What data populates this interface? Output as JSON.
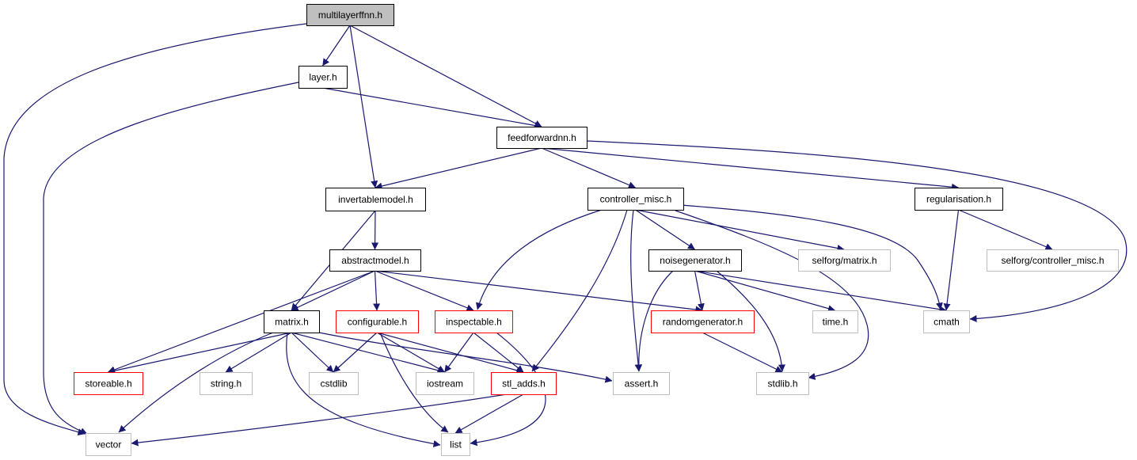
{
  "colors": {
    "edge": "#191970",
    "border_documented": "#000000",
    "border_error": "#ff0000",
    "border_external": "#bfbfbf",
    "fill_root": "#bfbfbf",
    "fill_default": "#ffffff"
  },
  "nodes": [
    {
      "id": "multilayerffnn",
      "label": "multilayerffnn.h",
      "kind": "root"
    },
    {
      "id": "layer",
      "label": "layer.h",
      "kind": "documented"
    },
    {
      "id": "feedforwardnn",
      "label": "feedforwardnn.h",
      "kind": "documented"
    },
    {
      "id": "invertablemodel",
      "label": "invertablemodel.h",
      "kind": "documented"
    },
    {
      "id": "controller_misc",
      "label": "controller_misc.h",
      "kind": "documented"
    },
    {
      "id": "regularisation",
      "label": "regularisation.h",
      "kind": "documented"
    },
    {
      "id": "abstractmodel",
      "label": "abstractmodel.h",
      "kind": "documented"
    },
    {
      "id": "noisegenerator",
      "label": "noisegenerator.h",
      "kind": "documented"
    },
    {
      "id": "selforg_matrix",
      "label": "selforg/matrix.h",
      "kind": "external"
    },
    {
      "id": "selforg_controller_misc",
      "label": "selforg/controller_misc.h",
      "kind": "external"
    },
    {
      "id": "matrix",
      "label": "matrix.h",
      "kind": "documented"
    },
    {
      "id": "configurable",
      "label": "configurable.h",
      "kind": "error"
    },
    {
      "id": "inspectable",
      "label": "inspectable.h",
      "kind": "error"
    },
    {
      "id": "randomgenerator",
      "label": "randomgenerator.h",
      "kind": "error"
    },
    {
      "id": "time",
      "label": "time.h",
      "kind": "external"
    },
    {
      "id": "cmath",
      "label": "cmath",
      "kind": "external"
    },
    {
      "id": "storeable",
      "label": "storeable.h",
      "kind": "error"
    },
    {
      "id": "string",
      "label": "string.h",
      "kind": "external"
    },
    {
      "id": "cstdlib",
      "label": "cstdlib",
      "kind": "external"
    },
    {
      "id": "iostream",
      "label": "iostream",
      "kind": "external"
    },
    {
      "id": "stl_adds",
      "label": "stl_adds.h",
      "kind": "error"
    },
    {
      "id": "assert",
      "label": "assert.h",
      "kind": "external"
    },
    {
      "id": "stdlib",
      "label": "stdlib.h",
      "kind": "external"
    },
    {
      "id": "vector",
      "label": "vector",
      "kind": "external"
    },
    {
      "id": "list",
      "label": "list",
      "kind": "external"
    }
  ],
  "edges": [
    {
      "from": "multilayerffnn",
      "to": "vector"
    },
    {
      "from": "multilayerffnn",
      "to": "layer"
    },
    {
      "from": "multilayerffnn",
      "to": "invertablemodel"
    },
    {
      "from": "multilayerffnn",
      "to": "feedforwardnn"
    },
    {
      "from": "layer",
      "to": "vector"
    },
    {
      "from": "layer",
      "to": "feedforwardnn"
    },
    {
      "from": "feedforwardnn",
      "to": "invertablemodel"
    },
    {
      "from": "feedforwardnn",
      "to": "controller_misc"
    },
    {
      "from": "feedforwardnn",
      "to": "regularisation"
    },
    {
      "from": "feedforwardnn",
      "to": "cmath"
    },
    {
      "from": "invertablemodel",
      "to": "abstractmodel"
    },
    {
      "from": "invertablemodel",
      "to": "matrix"
    },
    {
      "from": "controller_misc",
      "to": "noisegenerator"
    },
    {
      "from": "controller_misc",
      "to": "selforg_matrix"
    },
    {
      "from": "controller_misc",
      "to": "cmath"
    },
    {
      "from": "controller_misc",
      "to": "inspectable"
    },
    {
      "from": "controller_misc",
      "to": "stl_adds"
    },
    {
      "from": "controller_misc",
      "to": "assert"
    },
    {
      "from": "controller_misc",
      "to": "stdlib"
    },
    {
      "from": "regularisation",
      "to": "selforg_controller_misc"
    },
    {
      "from": "regularisation",
      "to": "cmath"
    },
    {
      "from": "abstractmodel",
      "to": "matrix"
    },
    {
      "from": "abstractmodel",
      "to": "configurable"
    },
    {
      "from": "abstractmodel",
      "to": "inspectable"
    },
    {
      "from": "abstractmodel",
      "to": "randomgenerator"
    },
    {
      "from": "abstractmodel",
      "to": "storeable"
    },
    {
      "from": "noisegenerator",
      "to": "randomgenerator"
    },
    {
      "from": "noisegenerator",
      "to": "time"
    },
    {
      "from": "noisegenerator",
      "to": "cmath"
    },
    {
      "from": "noisegenerator",
      "to": "stdlib"
    },
    {
      "from": "noisegenerator",
      "to": "assert"
    },
    {
      "from": "matrix",
      "to": "storeable"
    },
    {
      "from": "matrix",
      "to": "string"
    },
    {
      "from": "matrix",
      "to": "cstdlib"
    },
    {
      "from": "matrix",
      "to": "iostream"
    },
    {
      "from": "matrix",
      "to": "assert"
    },
    {
      "from": "matrix",
      "to": "vector"
    },
    {
      "from": "matrix",
      "to": "list"
    },
    {
      "from": "configurable",
      "to": "cstdlib"
    },
    {
      "from": "configurable",
      "to": "iostream"
    },
    {
      "from": "configurable",
      "to": "stl_adds"
    },
    {
      "from": "configurable",
      "to": "list"
    },
    {
      "from": "inspectable",
      "to": "iostream"
    },
    {
      "from": "inspectable",
      "to": "stl_adds"
    },
    {
      "from": "inspectable",
      "to": "list"
    },
    {
      "from": "randomgenerator",
      "to": "stdlib"
    },
    {
      "from": "stl_adds",
      "to": "vector"
    },
    {
      "from": "stl_adds",
      "to": "list"
    }
  ]
}
